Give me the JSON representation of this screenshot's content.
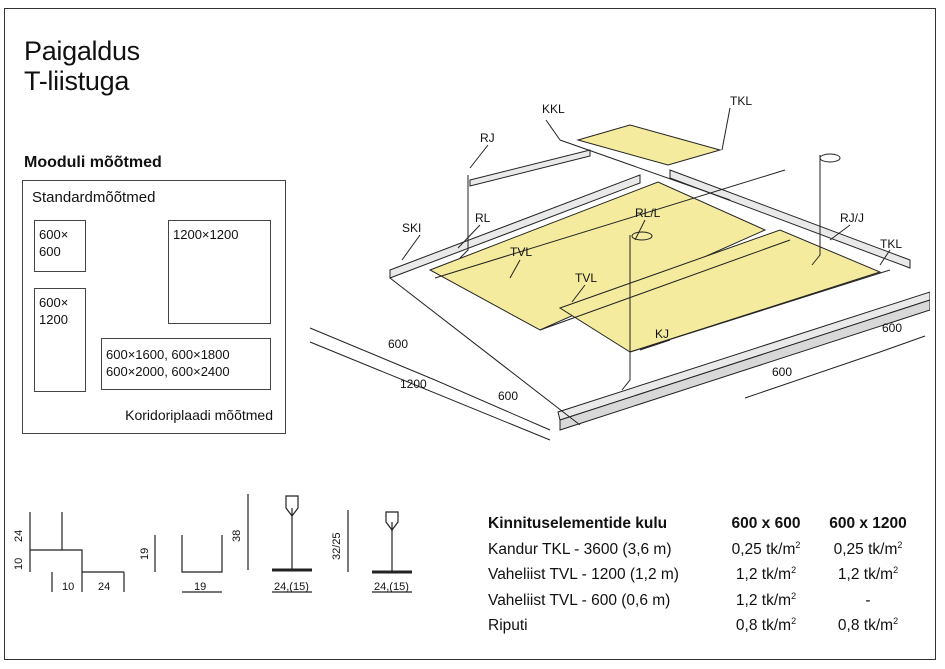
{
  "title": {
    "line1": "Paigaldus",
    "line2": "T-liistuga"
  },
  "module": {
    "heading": "Mooduli mõõtmed",
    "standard_label": "Standardmõõtmed",
    "tiles": {
      "t600x600_a": "600×",
      "t600x600_b": "600",
      "t600x1200_a": "600×",
      "t600x1200_b": "1200",
      "t1200x1200": "1200×1200",
      "corridor_a": "600×1600, 600×1800",
      "corridor_b": "600×2000, 600×2400"
    },
    "corridor_label": "Koridoriplaadi mõõtmed"
  },
  "diagram": {
    "labels": {
      "kkl": "KKL",
      "tkl_top": "TKL",
      "rj": "RJ",
      "ski": "SKI",
      "rl": "RL",
      "rl_l": "RL/L",
      "tvl_1": "TVL",
      "tvl_2": "TVL",
      "rj_j": "RJ/J",
      "tkl_right": "TKL",
      "kj": "KJ"
    },
    "dimensions": {
      "d600_left": "600",
      "d1200": "1200",
      "d600_bottom": "600",
      "d600_right_a": "600",
      "d600_right_b": "600"
    },
    "colors": {
      "panel": "#f4eb9e",
      "rail": "#e9e9e9",
      "line": "#222222"
    }
  },
  "profiles": {
    "p1": {
      "h1": "24",
      "h2": "10",
      "w1": "10",
      "w2": "24"
    },
    "p2": {
      "h": "19",
      "w": "19"
    },
    "p3": {
      "h": "38",
      "w": "24,(15)"
    },
    "p4": {
      "h": "32/25",
      "w": "24,(15)"
    }
  },
  "table": {
    "header": {
      "label": "Kinnituselementide kulu",
      "col1": "600 x 600",
      "col2": "600 x 1200"
    },
    "rows": [
      {
        "label": "Kandur  TKL - 3600 (3,6 m)",
        "v1": "0,25 tk/m",
        "v2": "0,25 tk/m"
      },
      {
        "label": "Vaheliist TVL - 1200 (1,2 m)",
        "v1": "1,2 tk/m",
        "v2": "1,2 tk/m"
      },
      {
        "label": "Vaheliist TVL - 600 (0,6 m)",
        "v1": "1,2 tk/m",
        "v2": "-"
      },
      {
        "label": "Riputi",
        "v1": "0,8 tk/m",
        "v2": "0,8 tk/m"
      }
    ],
    "unit_sup": "2"
  }
}
